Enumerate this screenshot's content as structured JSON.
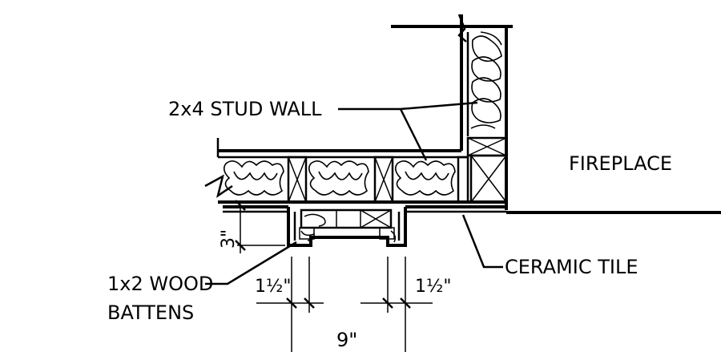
{
  "labels": {
    "stud_wall": "2x4 STUD WALL",
    "fireplace": "FIREPLACE",
    "ceramic_tile": "CERAMIC TILE",
    "battens_line1": "1x2 WOOD",
    "battens_line2": "BATTENS"
  },
  "dimensions": {
    "offset": "3\"",
    "batten_left": "1½\"",
    "batten_right": "1½\"",
    "overall": "9\""
  }
}
